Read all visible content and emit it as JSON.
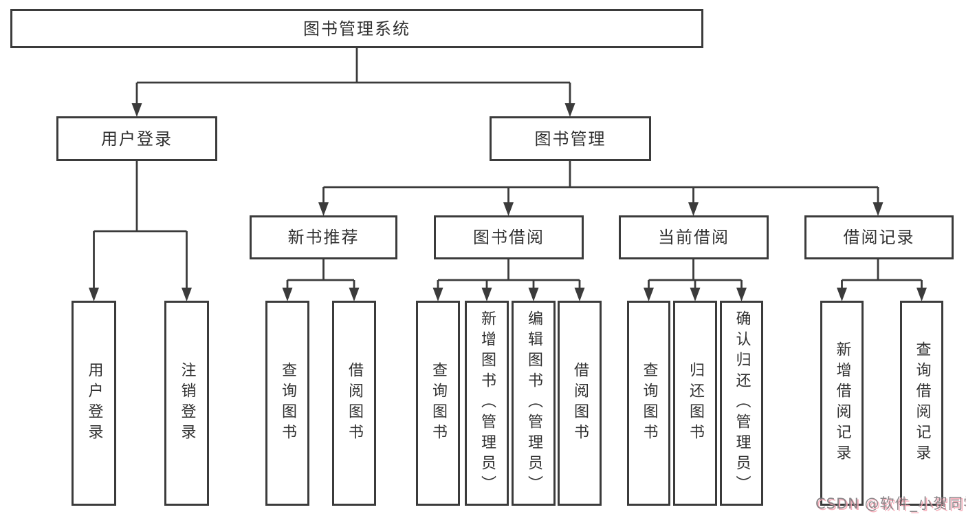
{
  "diagram": {
    "type": "hierarchy-tree",
    "orientation": "top-down"
  },
  "tree": {
    "label": "图书管理系统",
    "children": [
      {
        "label": "用户登录",
        "children": [
          {
            "label": "用户登录"
          },
          {
            "label": "注销登录"
          }
        ]
      },
      {
        "label": "图书管理",
        "children": [
          {
            "label": "新书推荐",
            "children": [
              {
                "label": "查询图书"
              },
              {
                "label": "借阅图书"
              }
            ]
          },
          {
            "label": "图书借阅",
            "children": [
              {
                "label": "查询图书"
              },
              {
                "label": "新增图书（管理员）"
              },
              {
                "label": "编辑图书（管理员）"
              },
              {
                "label": "借阅图书"
              }
            ]
          },
          {
            "label": "当前借阅",
            "children": [
              {
                "label": "查询图书"
              },
              {
                "label": "归还图书"
              },
              {
                "label": "确认归还（管理员）"
              }
            ]
          },
          {
            "label": "借阅记录",
            "children": [
              {
                "label": "新增借阅记录"
              },
              {
                "label": "查询借阅记录"
              }
            ]
          }
        ]
      }
    ]
  },
  "watermark": {
    "text": "CSDN @软件_小贺同学"
  },
  "colors": {
    "background": "#ffffff",
    "line": "#3b3b3b",
    "box_border": "#3b3b3b",
    "text": "#303030",
    "watermark_gray": "#7d787b",
    "watermark_pink": "#f6a8b6"
  }
}
